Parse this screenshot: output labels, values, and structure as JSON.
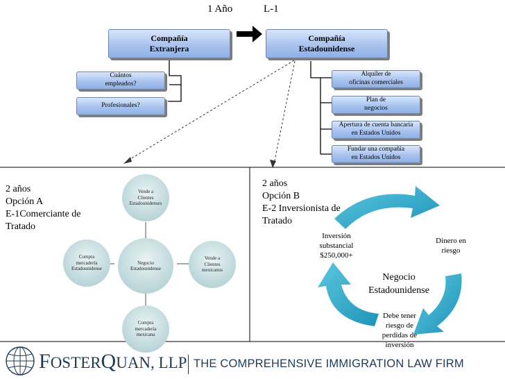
{
  "header": {
    "period": "1 Año",
    "visa": "L-1"
  },
  "top": {
    "foreign_company": "Compañía\nExtranjera",
    "us_company": "Compañía\nEstadounidense",
    "left_items": [
      "Cuántos\nempleados?",
      "Profesionales?"
    ],
    "right_items": [
      "Alquiler de\noficinas comerciales",
      "Plan de\nnegocios",
      "Apertura de cuenta bancaria\nen Estados Unidos",
      "Fundar una compañía\nen Estados Unidos"
    ]
  },
  "option_a": {
    "label": "2 años\nOpción A\nE-1Comerciante de\nTratado",
    "center": "Negocio\nEstadounidense",
    "top": "Vende a\nClientes\nEstadounidenses",
    "right": "Vende a\nClientes\nmexicanos",
    "bottom": "Compra\nmercadería\nmexicana",
    "left": "Compra\nmercadería\nEstadounidense"
  },
  "option_b": {
    "label": "2 años\nOpción B\nE-2 Inversionista de\nTratado",
    "center": "Negocio\nEstadounidense",
    "investment": "Inversión\nsubstancial\n$250,000+",
    "risk": "Dinero en\nriesgo",
    "loss": "Debe tener\nriesgo de\nperdidas de\ninversión"
  },
  "footer": {
    "logo": "FosterQuan, LLP",
    "logo_big_f": "F",
    "logo_rest1": "OSTER",
    "logo_big_q": "Q",
    "logo_rest2": "UAN, LLP",
    "tagline": "THE COMPREHENSIVE IMMIGRATION LAW FIRM"
  },
  "colors": {
    "box_fill": "#a9c3ee",
    "circle_fill": "#c1dadd",
    "cycle_arrow": "#2ea7c7",
    "logo": "#1f3a57"
  }
}
